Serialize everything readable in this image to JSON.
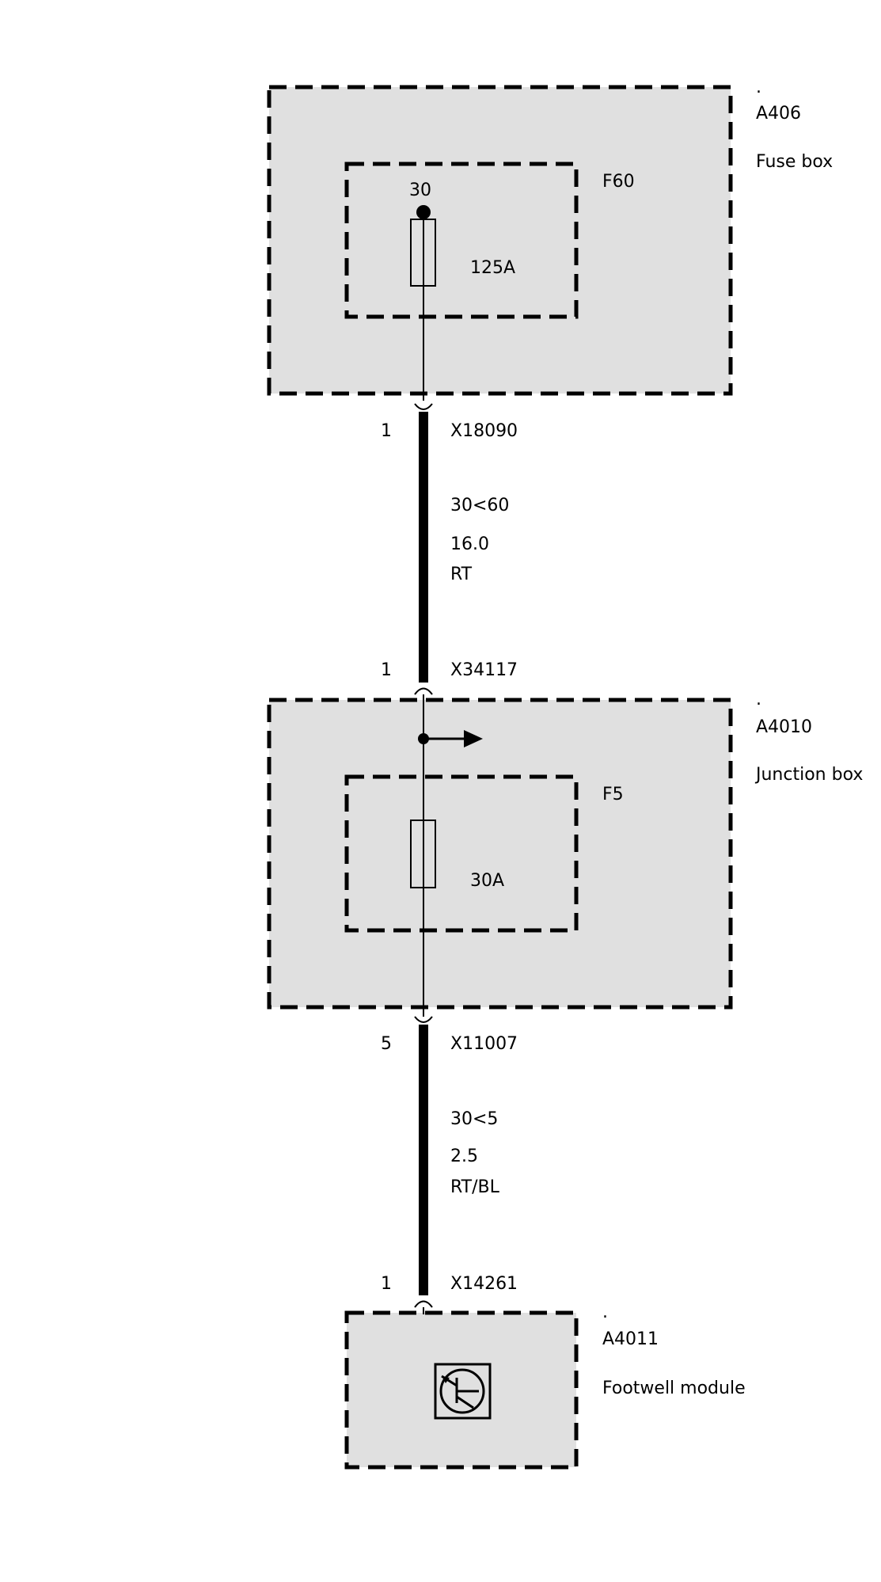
{
  "components": [
    {
      "dot": ".",
      "id": "A406",
      "name": "Fuse box",
      "fuse": {
        "id": "F60",
        "terminal": "30",
        "rating": "125A"
      }
    },
    {
      "dot": ".",
      "id": "A4010",
      "name": "Junction box",
      "fuse": {
        "id": "F5",
        "rating": "30A"
      }
    },
    {
      "dot": ".",
      "id": "A4011",
      "name": "Footwell module"
    }
  ],
  "wires": [
    {
      "top_connector": {
        "pin": "1",
        "id": "X18090"
      },
      "signal": "30<60",
      "gauge": "16.0",
      "color": "RT",
      "bottom_connector": {
        "pin": "1",
        "id": "X34117"
      }
    },
    {
      "top_connector": {
        "pin": "5",
        "id": "X11007"
      },
      "signal": "30<5",
      "gauge": "2.5",
      "color": "RT/BL",
      "bottom_connector": {
        "pin": "1",
        "id": "X14261"
      }
    }
  ],
  "icons": {
    "branch": "branch-arrow-icon",
    "module": "transistor-icon"
  }
}
